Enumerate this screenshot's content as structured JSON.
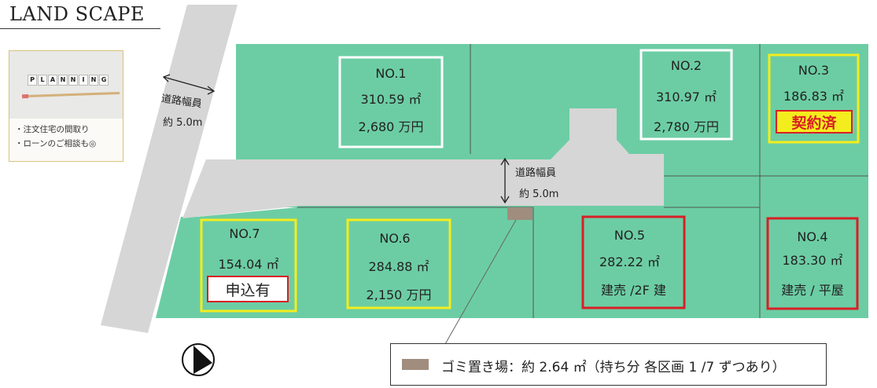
{
  "title": "LAND SCAPE",
  "planning_card": {
    "tiles": [
      "P",
      "L",
      "A",
      "N",
      "N",
      "I",
      "N",
      "G"
    ],
    "line1": "・注文住宅の間取り",
    "line2": "・ローンのご相談も◎"
  },
  "road_labels": {
    "main_road_width": "道路幅員",
    "main_road_size": "約 5.0m",
    "inner_road_width": "道路幅員",
    "inner_road_size": "約 5.0m"
  },
  "colors": {
    "land": "#6ccda4",
    "road": "#d6d6d6",
    "lot_available": "#ffffff",
    "lot_applied": "#f4ed1d",
    "lot_sold_label": "#f4ed1d",
    "lot_built": "#d91f26",
    "garbage": "#a08d7e"
  },
  "lots": [
    {
      "no": "NO.1",
      "area": "310.59 ㎡",
      "price": "2,680 万円",
      "status": "available"
    },
    {
      "no": "NO.2",
      "area": "310.97 ㎡",
      "price": "2,780 万円",
      "status": "available"
    },
    {
      "no": "NO.3",
      "area": "186.83 ㎡",
      "badge": "契約済",
      "status": "sold"
    },
    {
      "no": "NO.4",
      "area": "183.30 ㎡",
      "type": "建売 / 平屋",
      "status": "built"
    },
    {
      "no": "NO.5",
      "area": "282.22 ㎡",
      "type": "建売 /2F 建",
      "status": "built"
    },
    {
      "no": "NO.6",
      "area": "284.88 ㎡",
      "price": "2,150 万円",
      "status": "applied"
    },
    {
      "no": "NO.7",
      "area": "154.04 ㎡",
      "badge": "申込有",
      "status": "applied"
    }
  ],
  "legend": {
    "text": "ゴミ置き場：約 2.64 ㎡（持ち分  各区画 1 /7 ずつあり）"
  },
  "north_icon": "north-arrow-icon"
}
